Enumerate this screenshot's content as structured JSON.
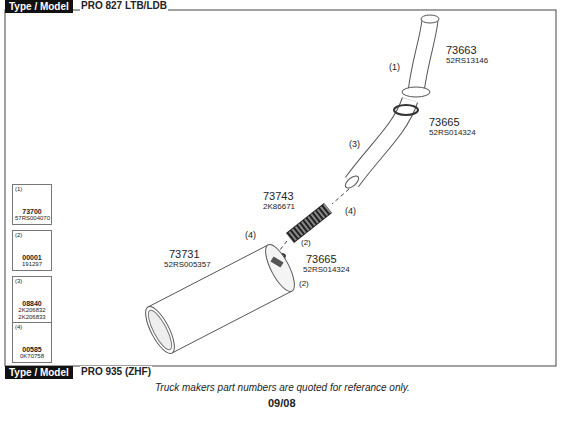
{
  "diagram": {
    "caption": "Truck makers part numbers are quoted for referance only.",
    "nodes": [
      {
        "text": [
          "Type / Model"
        ]
      },
      {
        "text": [
          "(1)",
          "73700",
          "57RS004070"
        ]
      },
      {
        "text": [
          "(2)",
          "00001",
          "191297"
        ]
      },
      {
        "text": [
          "(3)",
          "08840",
          "2K206832",
          "2K206833"
        ]
      },
      {
        "text": [
          "(4)",
          "00585",
          "0K70758"
        ]
      },
      {
        "text": [
          "Type / Model"
        ]
      }
    ],
    "labels": [
      "PRO 827 LTB/LDB",
      "73663",
      "52RS13146",
      "(1)",
      "73665",
      "52RS014324",
      "(3)",
      "73743",
      "2K86671",
      "(4)",
      "73731",
      "52RS005357",
      "(4)",
      "73665",
      "52RS014324",
      "(2)",
      "(2)",
      "PRO 935 (ZHF)",
      "09/08"
    ]
  }
}
